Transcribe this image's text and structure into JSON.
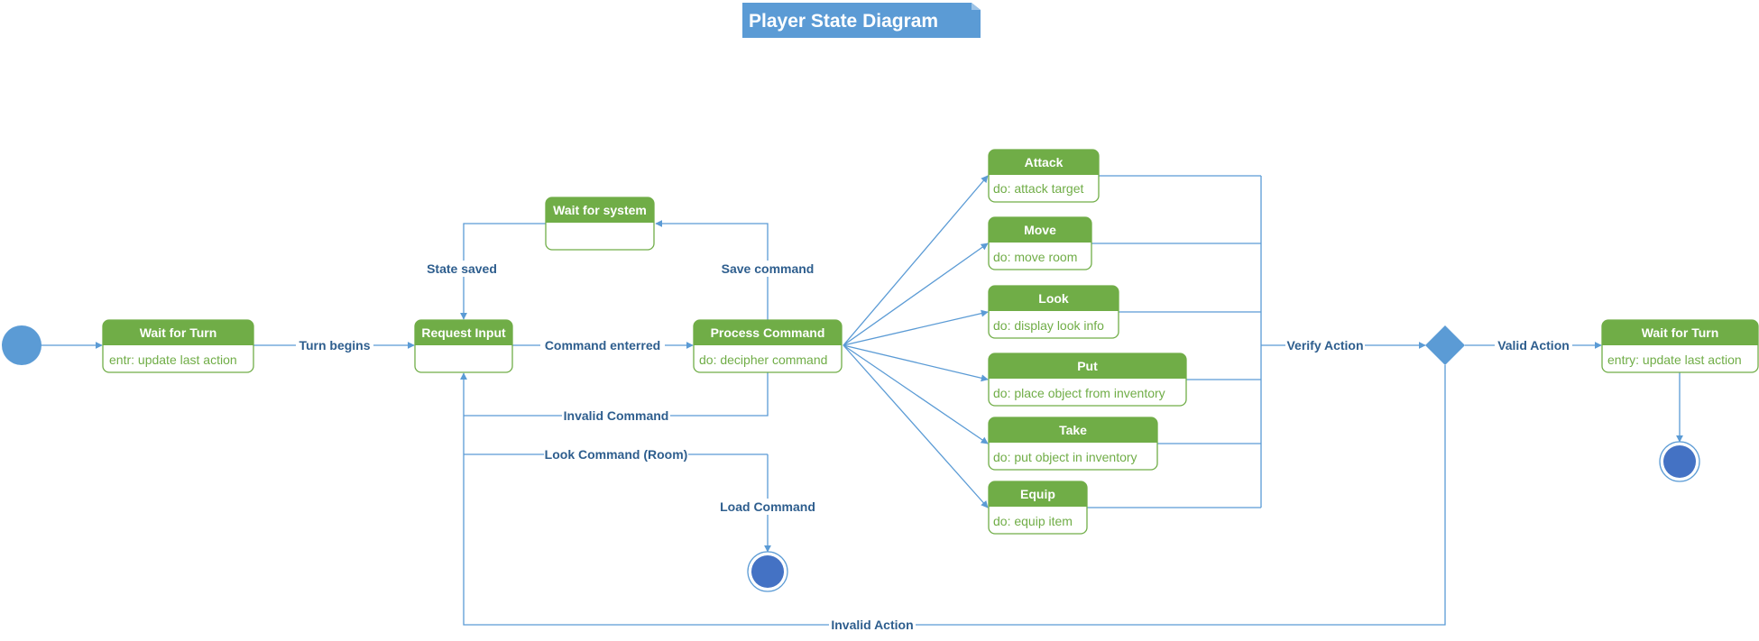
{
  "title": "Player State Diagram",
  "states": {
    "wait_turn_1": {
      "title": "Wait for Turn",
      "body": "entr: update last action"
    },
    "request_input": {
      "title": "Request Input",
      "body": ""
    },
    "wait_system": {
      "title": "Wait for system",
      "body": ""
    },
    "process_command": {
      "title": "Process Command",
      "body": "do: decipher command"
    },
    "attack": {
      "title": "Attack",
      "body": "do: attack target"
    },
    "move": {
      "title": "Move",
      "body": "do: move room"
    },
    "look": {
      "title": "Look",
      "body": "do: display look info"
    },
    "put": {
      "title": "Put",
      "body": "do: place object from inventory"
    },
    "take": {
      "title": "Take",
      "body": "do: put object in inventory"
    },
    "equip": {
      "title": "Equip",
      "body": "do: equip item"
    },
    "wait_turn_2": {
      "title": "Wait for Turn",
      "body": "entry: update last action"
    }
  },
  "edges": {
    "turn_begins": "Turn begins",
    "command_entered": "Command enterred",
    "state_saved": "State saved",
    "save_command": "Save command",
    "invalid_command": "Invalid Command",
    "look_command_room": "Look Command (Room)",
    "load_command": "Load Command",
    "verify_action": "Verify Action",
    "valid_action": "Valid Action",
    "invalid_action": "Invalid Action"
  },
  "colors": {
    "state_header": "#70ad47",
    "state_border": "#70ad47",
    "connector": "#5b9bd5",
    "initial_node": "#5b9bd5",
    "final_node": "#4472c4",
    "label_text": "#2e5e8e",
    "title_bg": "#5b9bd5"
  }
}
